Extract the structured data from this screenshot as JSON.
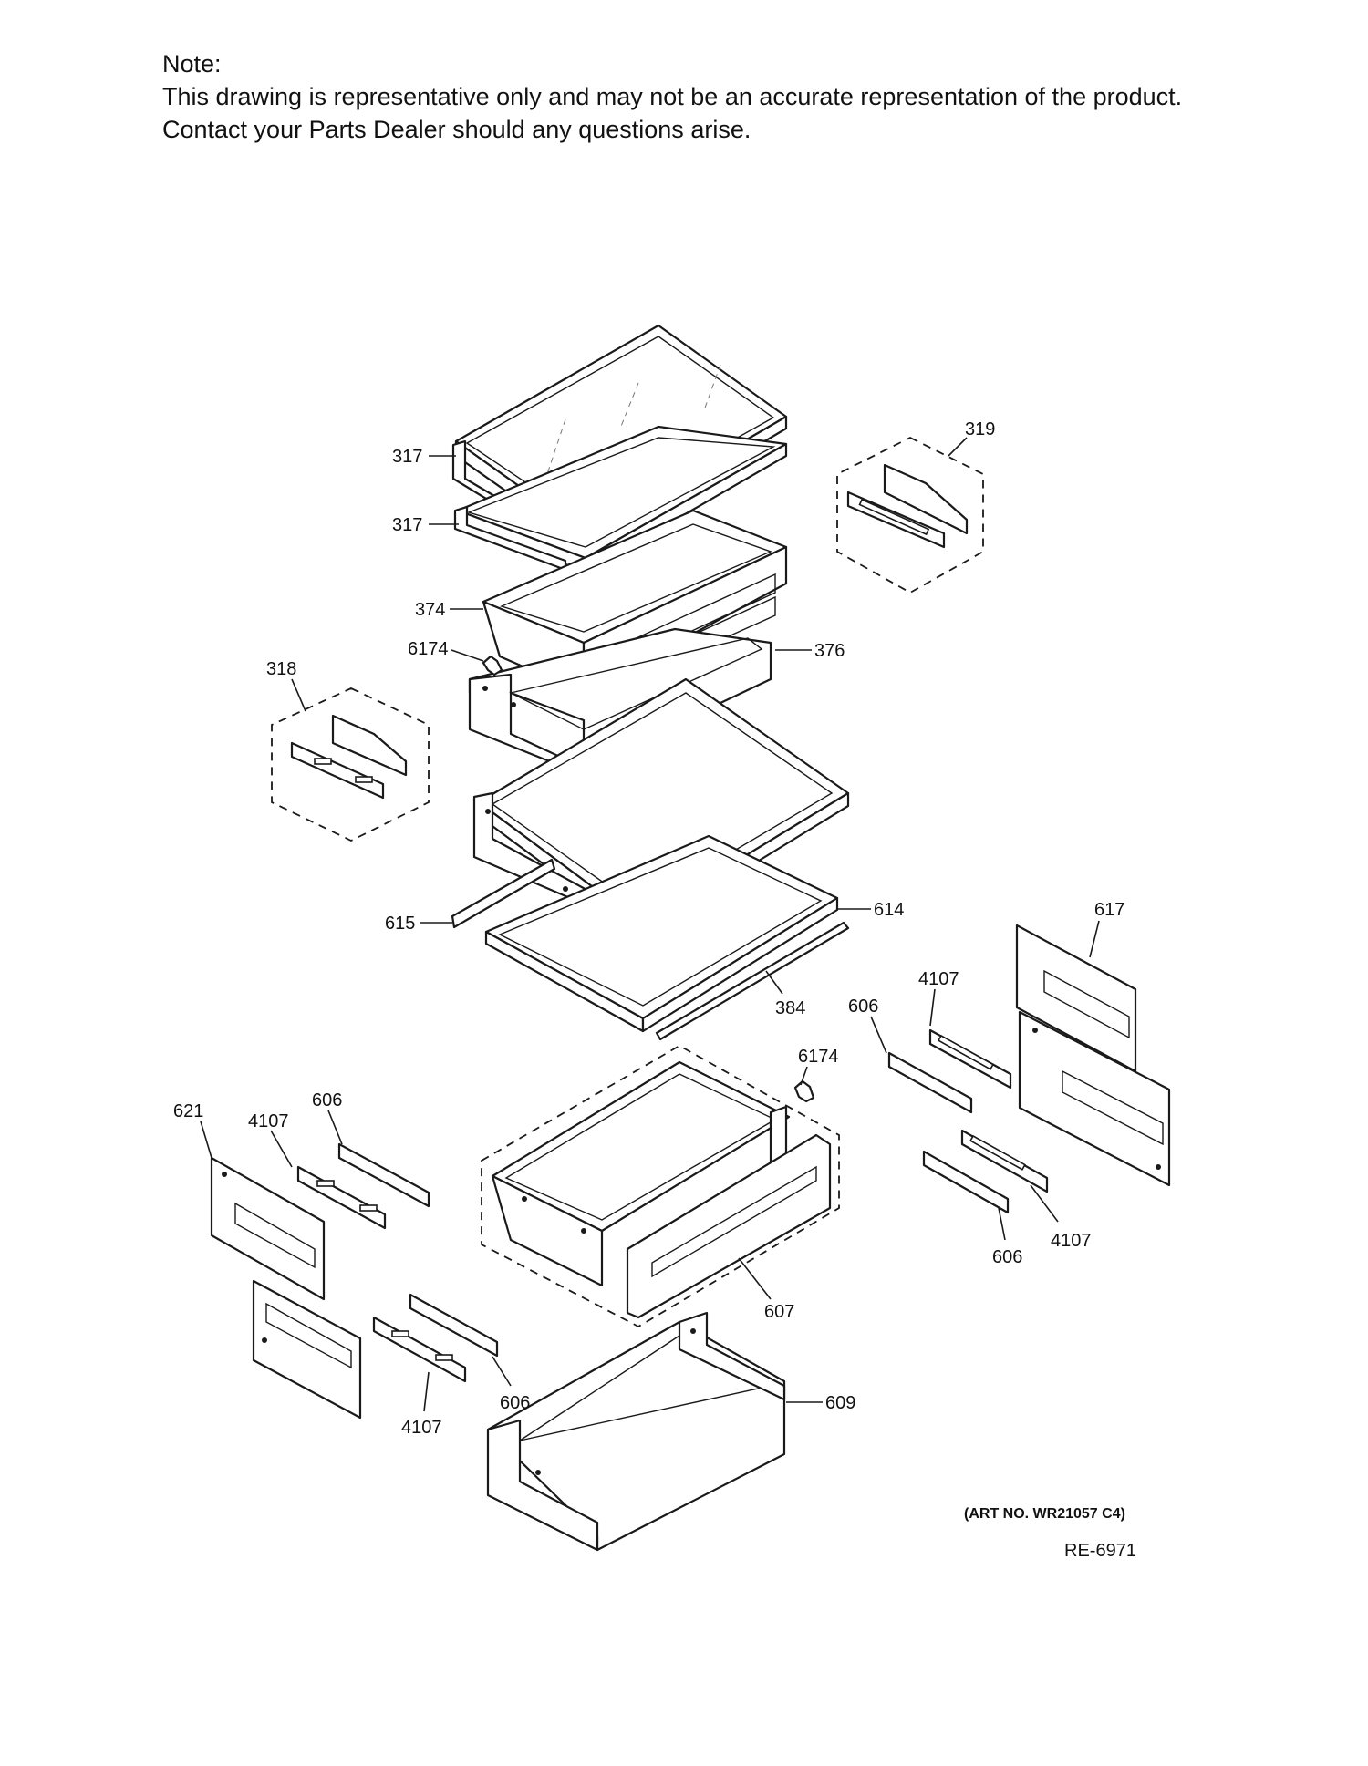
{
  "note": {
    "heading": "Note:",
    "line1": "This drawing is representative only and may not be an accurate representation of the product.",
    "line2": "Contact your Parts Dealer should any questions arise."
  },
  "labels": {
    "l317a": "317",
    "l317b": "317",
    "l319": "319",
    "l374": "374",
    "l6174a": "6174",
    "l376": "376",
    "l318": "318",
    "l614": "614",
    "l615": "615",
    "l617": "617",
    "l384": "384",
    "l4107a": "4107",
    "l606a": "606",
    "l6174b": "6174",
    "l621": "621",
    "l4107b": "4107",
    "l606b": "606",
    "l4107c": "4107",
    "l606c": "606",
    "l607": "607",
    "l606d": "606",
    "l609": "609",
    "l4107d": "4107"
  },
  "footer": {
    "art_no": "(ART NO. WR21057 C4)",
    "ref": "RE-6971"
  }
}
